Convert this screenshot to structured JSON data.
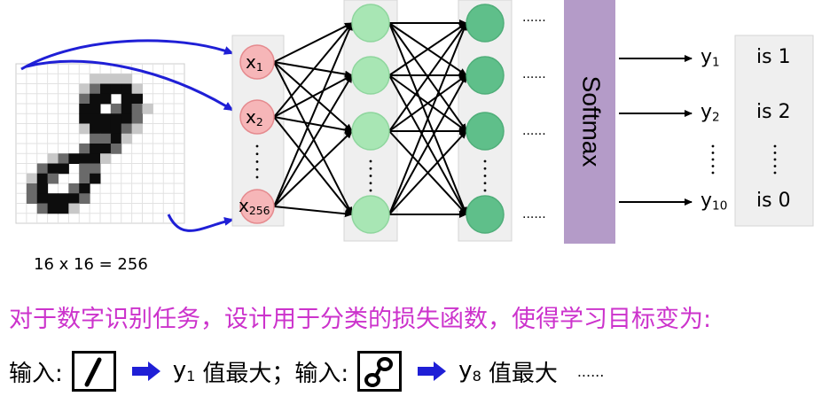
{
  "inputs": {
    "x1": "x",
    "x1_sub": "1",
    "x2": "x",
    "x2_sub": "2",
    "xn": "x",
    "xn_sub": "256"
  },
  "softmax_label": "Softmax",
  "outputs": [
    {
      "y": "y",
      "sub": "1",
      "label": "is 1"
    },
    {
      "y": "y",
      "sub": "2",
      "label": "is 2"
    },
    {
      "y": "y",
      "sub": "10",
      "label": "is 0"
    }
  ],
  "image_caption": "16 x 16 = 256",
  "ellipsis": "......",
  "task_text": "对于数字识别任务，设计用于分类的损失函数，使得学习目标变为:",
  "example": {
    "input_label": "输入:",
    "y1": "y",
    "y1_sub": "1",
    "max1": "值最大；输入:",
    "y8": "y",
    "y8_sub": "8",
    "max8": "值最大",
    "trail": "......"
  },
  "colors": {
    "input_node": "#f6b6b8",
    "input_node_stroke": "#e58a8e",
    "hidden1": "#a8e6b4",
    "hidden2": "#5fbf8a",
    "softmax": "#b49bc8",
    "arrow_blue": "#1f1fd6",
    "task": "#cc33cc"
  }
}
